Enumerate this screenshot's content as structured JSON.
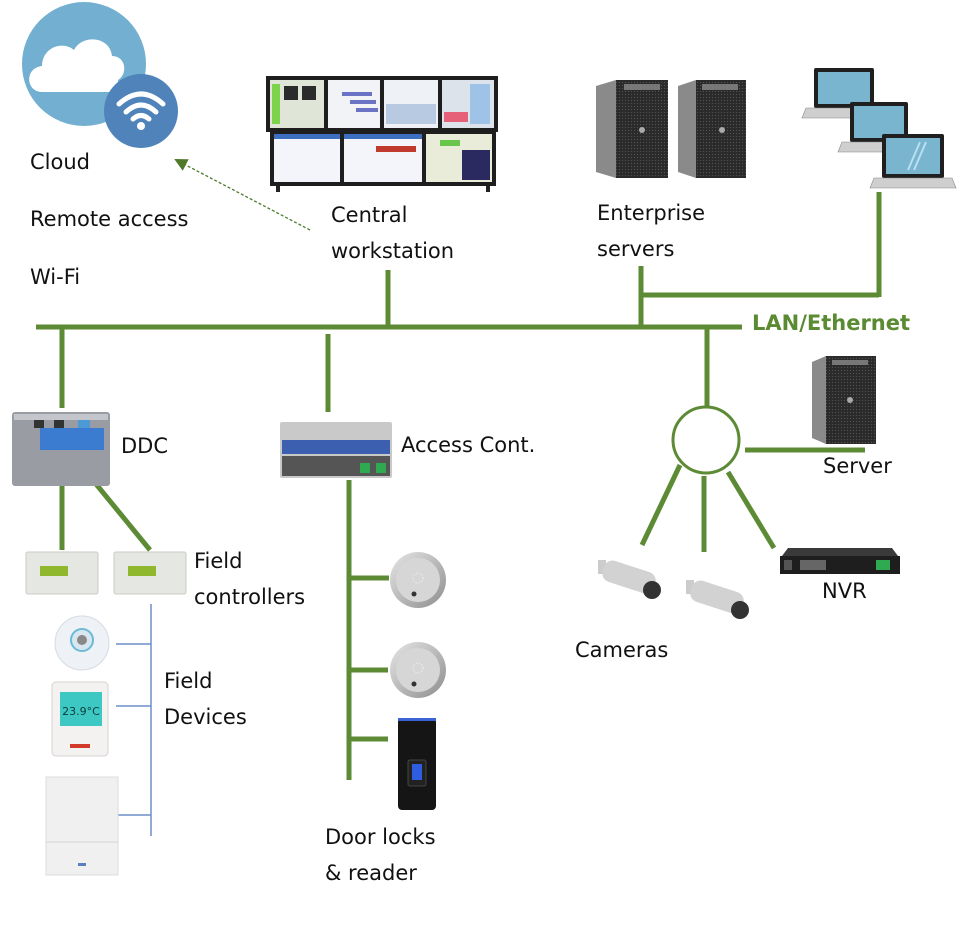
{
  "diagram": {
    "title": "Building automation / security network",
    "colors": {
      "network_line": "#5d8b35",
      "field_bus_line": "#6b8fc8",
      "cloud": "#72afd0",
      "wifi_badge": "#4f83ba",
      "text": "#111111"
    },
    "labels": {
      "cloud": "Cloud",
      "remote_access": "Remote access",
      "wifi": "Wi-Fi",
      "central_ws_1": "Central",
      "central_ws_2": "workstation",
      "enterprise_1": "Enterprise",
      "enterprise_2": "servers",
      "lan": "LAN/Ethernet",
      "ddc": "DDC",
      "access_cont": "Access Cont.",
      "server": "Server",
      "field_ctrl_1": "Field",
      "field_ctrl_2": "controllers",
      "field_dev_1": "Field",
      "field_dev_2": "Devices",
      "nvr": "NVR",
      "cameras": "Cameras",
      "door_1": "Door locks",
      "door_2": "& reader"
    },
    "devices": {
      "thermostat_reading": "23.9°C"
    }
  }
}
